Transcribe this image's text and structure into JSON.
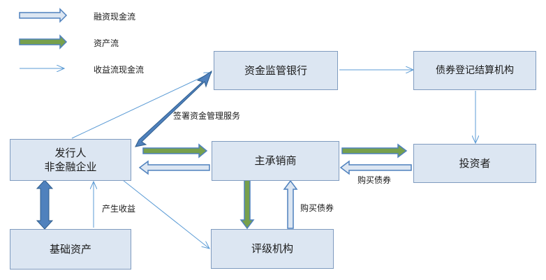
{
  "legend": {
    "financing_cashflow": "融资现金流",
    "asset_flow": "资产流",
    "income_cashflow": "收益流现金流"
  },
  "nodes": {
    "issuer_line1": "发行人",
    "issuer_line2": "非金融企业",
    "bank": "资金监管银行",
    "registry": "债券登记结算机构",
    "underwriter": "主承销商",
    "investor": "投资者",
    "base_asset": "基础资产",
    "rating": "评级机构"
  },
  "edge_labels": {
    "sign_service": "签署资金管理服务",
    "produce_income": "产生收益",
    "buy_bonds_investor": "购买债券",
    "buy_bonds_rating": "购买债券"
  },
  "colors": {
    "financing": "#4f81bd",
    "asset": "#77a04c",
    "income": "#5b9bd5",
    "box_fill": "#dce6f2"
  }
}
